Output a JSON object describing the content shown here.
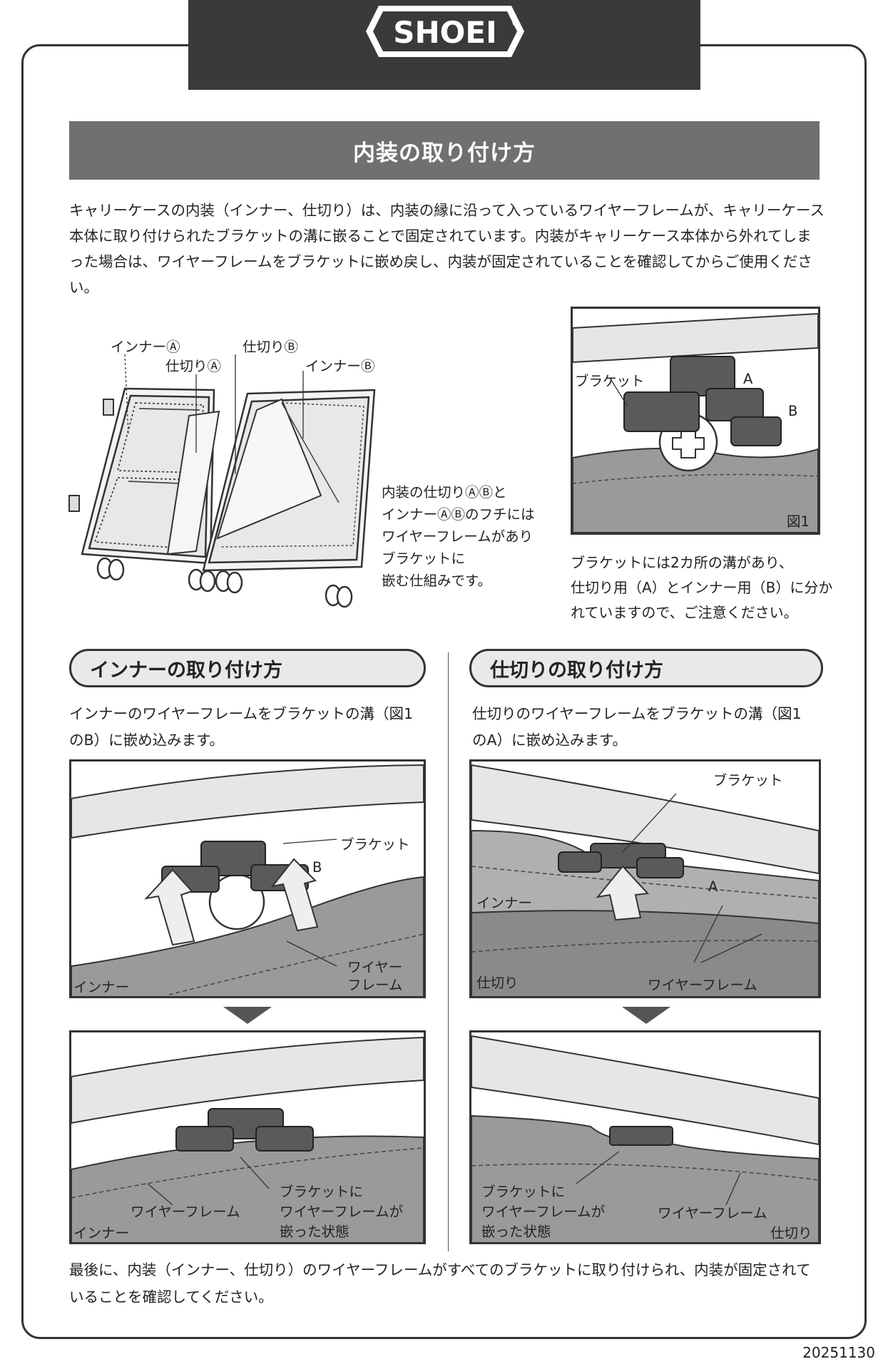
{
  "brand": {
    "logo_text": "SHOEI"
  },
  "title": "内装の取り付け方",
  "intro": "キャリーケースの内装（インナー、仕切り）は、内装の縁に沿って入っているワイヤーフレームが、キャリーケース本体に取り付けられたブラケットの溝に嵌ることで固定されています。内装がキャリーケース本体から外れてしまった場合は、ワイヤーフレームをブラケットに嵌め戻し、内装が固定されていることを確認してからご使用ください。",
  "suitcase_labels": {
    "inner_a": "インナーⒶ",
    "partition_a": "仕切りⒶ",
    "partition_b": "仕切りⒷ",
    "inner_b": "インナーⒷ"
  },
  "suitcase_note": "内装の仕切りⒶⒷと\nインナーⒶⒷのフチには\nワイヤーフレームがあり\nブラケットに\n嵌む仕組みです。",
  "fig1": {
    "bracket": "ブラケット",
    "a": "A",
    "b": "B",
    "caption": "図1",
    "note": "ブラケットには2カ所の溝があり、\n仕切り用（A）とインナー用（B）に分か\nれていますので、ご注意ください。"
  },
  "inner": {
    "heading": "インナーの取り付け方",
    "text": "インナーのワイヤーフレームをブラケットの溝（図1\nのB）に嵌め込みます。",
    "top": {
      "bracket": "ブラケット",
      "b": "B",
      "wire1": "ワイヤー",
      "wire2": "フレーム",
      "inner": "インナー"
    },
    "bottom": {
      "wire": "ワイヤーフレーム",
      "fit1": "ブラケットに",
      "fit2": "ワイヤーフレームが",
      "fit3": "嵌った状態",
      "inner": "インナー"
    }
  },
  "partition": {
    "heading": "仕切りの取り付け方",
    "text": "仕切りのワイヤーフレームをブラケットの溝（図1\nのA）に嵌め込みます。",
    "top": {
      "bracket": "ブラケット",
      "a": "A",
      "inner": "インナー",
      "partition": "仕切り",
      "wire": "ワイヤーフレーム"
    },
    "bottom": {
      "fit1": "ブラケットに",
      "fit2": "ワイヤーフレームが",
      "fit3": "嵌った状態",
      "wire": "ワイヤーフレーム",
      "partition": "仕切り"
    }
  },
  "final": "最後に、内装（インナー、仕切り）のワイヤーフレームがすべてのブラケットに取り付けられ、内装が固定されていることを確認してください。",
  "date": "20251130"
}
